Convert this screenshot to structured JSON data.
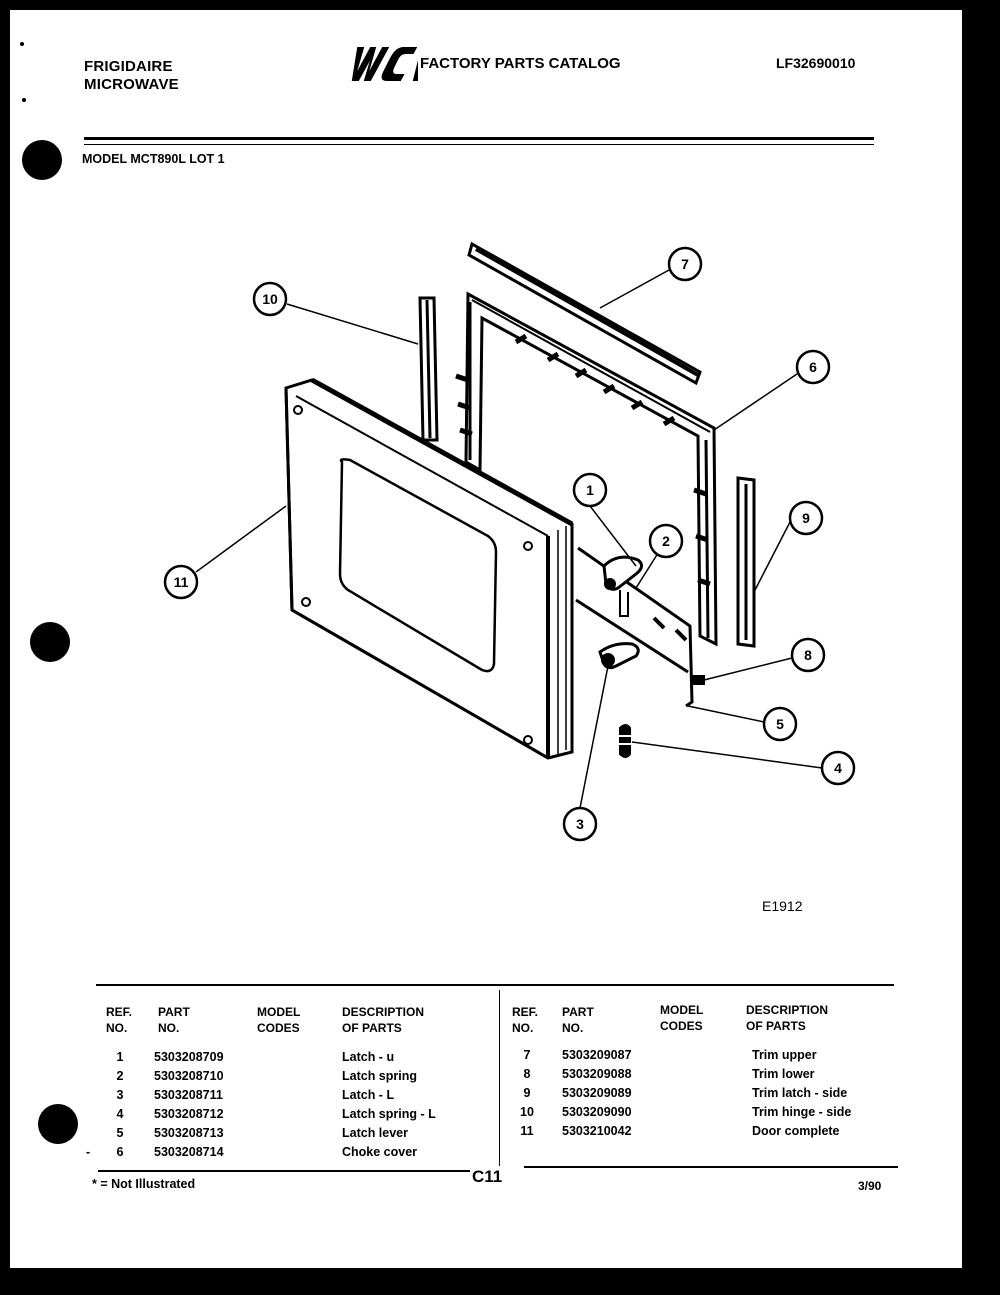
{
  "header": {
    "brand_line1": "FRIGIDAIRE",
    "brand_line2": "MICROWAVE",
    "logo_text": "WCI",
    "catalog_title": "FACTORY PARTS CATALOG",
    "catalog_number": "LF32690010",
    "model_line": "MODEL MCT890L LOT 1"
  },
  "diagram": {
    "code": "E1912",
    "callouts": [
      "1",
      "2",
      "3",
      "4",
      "5",
      "6",
      "7",
      "8",
      "9",
      "10",
      "11"
    ]
  },
  "table": {
    "headers": {
      "ref_line1": "REF.",
      "ref_line2": "NO.",
      "part_line1": "PART",
      "part_line2": "NO.",
      "model_line1": "MODEL",
      "model_line2": "CODES",
      "desc_line1": "DESCRIPTION",
      "desc_line2": "OF PARTS"
    },
    "left_rows": [
      {
        "ref": "1",
        "part": "5303208709",
        "desc": "Latch - u",
        "marker": ""
      },
      {
        "ref": "2",
        "part": "5303208710",
        "desc": "Latch spring",
        "marker": ""
      },
      {
        "ref": "3",
        "part": "5303208711",
        "desc": "Latch - L",
        "marker": ""
      },
      {
        "ref": "4",
        "part": "5303208712",
        "desc": "Latch spring - L",
        "marker": ""
      },
      {
        "ref": "5",
        "part": "5303208713",
        "desc": "Latch lever",
        "marker": ""
      },
      {
        "ref": "6",
        "part": "5303208714",
        "desc": "Choke cover",
        "marker": "-"
      }
    ],
    "right_rows": [
      {
        "ref": "7",
        "part": "5303209087",
        "desc": "Trim upper"
      },
      {
        "ref": "8",
        "part": "5303209088",
        "desc": "Trim lower"
      },
      {
        "ref": "9",
        "part": "5303209089",
        "desc": "Trim latch - side"
      },
      {
        "ref": "10",
        "part": "5303209090",
        "desc": "Trim hinge - side"
      },
      {
        "ref": "11",
        "part": "5303210042",
        "desc": "Door complete"
      }
    ]
  },
  "footer": {
    "footnote": "* = Not Illustrated",
    "page_number": "C11",
    "date": "3/90"
  }
}
